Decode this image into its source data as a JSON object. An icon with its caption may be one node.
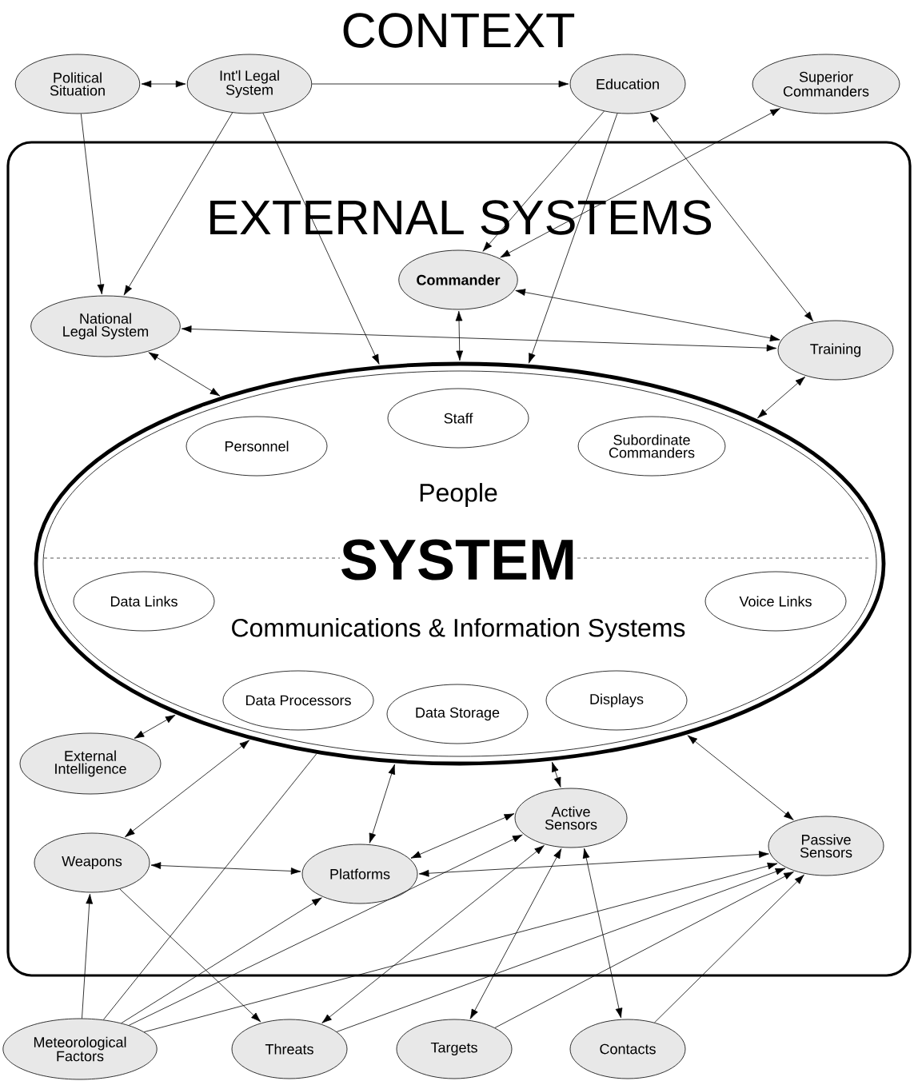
{
  "diagram": {
    "title": "CONTEXT",
    "nodes": [
      {
        "text": [
          "EXTERNAL SYSTEMS"
        ]
      },
      {
        "text": [
          "Political Situation"
        ]
      },
      {
        "text": [
          "Int'l Legal System"
        ]
      },
      {
        "text": [
          "Education"
        ]
      },
      {
        "text": [
          "Superior Commanders"
        ]
      },
      {
        "text": [
          "Commander"
        ],
        "in": 0
      },
      {
        "text": [
          "National Legal System"
        ],
        "in": 0
      },
      {
        "text": [
          "Training"
        ],
        "in": 0
      },
      {
        "text": [
          "People",
          "SYSTEM",
          "Communications & Information Systems"
        ],
        "in": 0
      },
      {
        "text": [
          "Staff"
        ],
        "in": 8
      },
      {
        "text": [
          "Personnel"
        ],
        "in": 8
      },
      {
        "text": [
          "Subordinate Commanders"
        ],
        "in": 8
      },
      {
        "text": [
          "Data Links"
        ],
        "in": 8
      },
      {
        "text": [
          "Voice Links"
        ],
        "in": 8
      },
      {
        "text": [
          "Data Processors"
        ],
        "in": 8
      },
      {
        "text": [
          "Data Storage"
        ],
        "in": 8
      },
      {
        "text": [
          "Displays"
        ],
        "in": 8
      },
      {
        "text": [
          "External Intelligence"
        ],
        "in": 0
      },
      {
        "text": [
          "Weapons"
        ],
        "in": 0
      },
      {
        "text": [
          "Platforms"
        ],
        "in": 0
      },
      {
        "text": [
          "Active Sensors"
        ],
        "in": 0
      },
      {
        "text": [
          "Passive Sensors"
        ],
        "in": 0
      },
      {
        "text": [
          "Meteorological Factors"
        ]
      },
      {
        "text": [
          "Threats"
        ]
      },
      {
        "text": [
          "Targets"
        ]
      },
      {
        "text": [
          "Contacts"
        ]
      }
    ],
    "edges": [
      {
        "from": 1,
        "to": 2,
        "arrow": "both"
      },
      {
        "from": 2,
        "to": 3,
        "arrow": "to"
      },
      {
        "from": 1,
        "to": 6,
        "arrow": "to"
      },
      {
        "from": 2,
        "to": 6,
        "arrow": "to"
      },
      {
        "from": 2,
        "to": 8,
        "arrow": "to"
      },
      {
        "from": 3,
        "to": 5,
        "arrow": "to"
      },
      {
        "from": 3,
        "to": 8,
        "arrow": "to"
      },
      {
        "from": 5,
        "to": 4,
        "arrow": "both"
      },
      {
        "from": 3,
        "to": 7,
        "arrow": "both"
      },
      {
        "from": 5,
        "to": 8,
        "arrow": "both"
      },
      {
        "from": 5,
        "to": 7,
        "arrow": "both"
      },
      {
        "from": 6,
        "to": 7,
        "arrow": "both"
      },
      {
        "from": 6,
        "to": 8,
        "arrow": "both"
      },
      {
        "from": 7,
        "to": 8,
        "arrow": "both"
      },
      {
        "from": 17,
        "to": 8,
        "arrow": "both"
      },
      {
        "from": 18,
        "to": 8,
        "arrow": "both"
      },
      {
        "from": 22,
        "to": 8,
        "arrow": "none"
      },
      {
        "from": 19,
        "to": 8,
        "arrow": "both"
      },
      {
        "from": 20,
        "to": 8,
        "arrow": "both"
      },
      {
        "from": 21,
        "to": 8,
        "arrow": "both"
      },
      {
        "from": 18,
        "to": 19,
        "arrow": "both"
      },
      {
        "from": 18,
        "to": 23,
        "arrow": "to"
      },
      {
        "from": 22,
        "to": 18,
        "arrow": "to"
      },
      {
        "from": 22,
        "to": 19,
        "arrow": "to"
      },
      {
        "from": 22,
        "to": 20,
        "arrow": "to"
      },
      {
        "from": 22,
        "to": 21,
        "arrow": "to"
      },
      {
        "from": 19,
        "to": 20,
        "arrow": "both"
      },
      {
        "from": 19,
        "to": 21,
        "arrow": "both"
      },
      {
        "from": 23,
        "to": 20,
        "arrow": "both"
      },
      {
        "from": 23,
        "to": 21,
        "arrow": "to"
      },
      {
        "from": 24,
        "to": 20,
        "arrow": "both"
      },
      {
        "from": 24,
        "to": 21,
        "arrow": "to"
      },
      {
        "from": 25,
        "to": 20,
        "arrow": "both"
      },
      {
        "from": 25,
        "to": 21,
        "arrow": "to"
      }
    ]
  }
}
